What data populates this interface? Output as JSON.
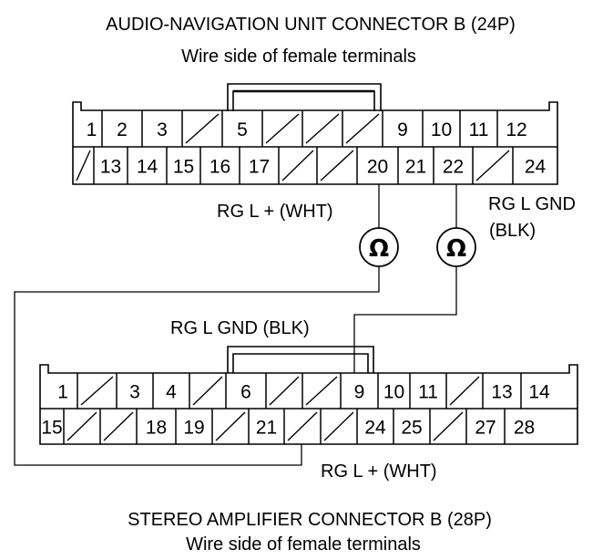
{
  "connector_a": {
    "title": "AUDIO-NAVIGATION UNIT CONNECTOR B (24P)",
    "subtitle": "Wire side of female terminals",
    "row1": [
      "1",
      "2",
      "3",
      "",
      "5",
      "",
      "",
      "",
      "9",
      "10",
      "11",
      "12"
    ],
    "row2": [
      "",
      "13",
      "14",
      "15",
      "16",
      "17",
      "",
      "",
      "20",
      "21",
      "22",
      "",
      "24"
    ]
  },
  "connector_b": {
    "title": "STEREO AMPLIFIER CONNECTOR B (28P)",
    "subtitle": "Wire side of female terminals",
    "row1": [
      "1",
      "",
      "3",
      "4",
      "",
      "6",
      "",
      "",
      "9",
      "10",
      "11",
      "",
      "13",
      "14"
    ],
    "row2": [
      "15",
      "",
      "",
      "18",
      "19",
      "",
      "21",
      "",
      "",
      "24",
      "25",
      "",
      "27",
      "28"
    ]
  },
  "wire_labels": {
    "top_left": "RG L +  (WHT)",
    "top_right_1": "RG L GND",
    "top_right_2": "(BLK)",
    "middle": "RG L GND (BLK)",
    "bottom": "RG L +  (WHT)"
  },
  "meters": {
    "symbol": "Ω"
  }
}
